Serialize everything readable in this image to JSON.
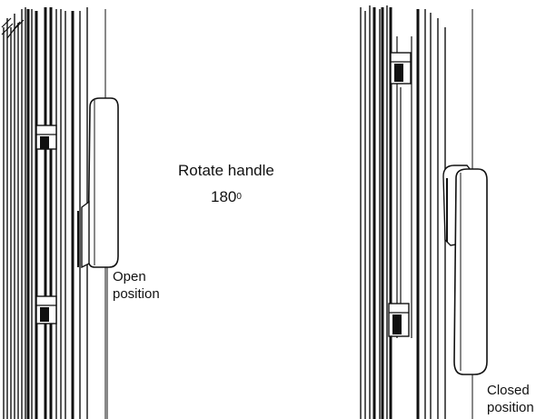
{
  "instruction": {
    "line1": "Rotate handle",
    "angle_value": "180",
    "angle_unit": "0"
  },
  "open_callout": {
    "line1": "Open",
    "line2": "position"
  },
  "closed_callout": {
    "line1": "Closed",
    "line2": "position"
  },
  "colors": {
    "ink": "#111111",
    "background": "#ffffff"
  }
}
